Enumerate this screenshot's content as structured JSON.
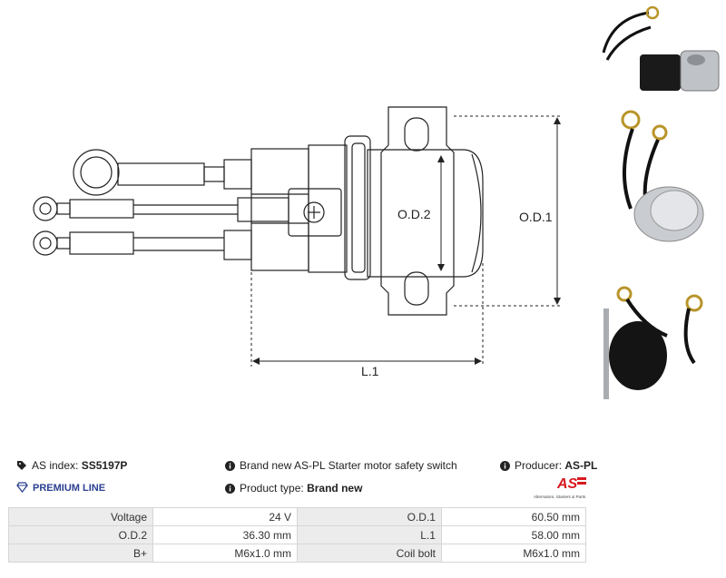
{
  "drawing": {
    "labels": {
      "od2": "O.D.2",
      "od1": "O.D.1",
      "l1": "L.1"
    }
  },
  "info": {
    "as_index_label": "AS index:",
    "as_index_value": "SS5197P",
    "premium_line": "PREMIUM LINE",
    "description": "Brand new AS-PL Starter motor safety switch",
    "product_type_label": "Product type:",
    "product_type_value": "Brand new",
    "producer_label": "Producer:",
    "producer_value": "AS-PL",
    "logo_text": "AS",
    "logo_tagline": "Alternators, Starters & Parts",
    "accent_color": "#2a3f8f",
    "logo_color": "#d71920"
  },
  "specs": [
    {
      "l1": "Voltage",
      "v1": "24 V",
      "l2": "O.D.1",
      "v2": "60.50 mm"
    },
    {
      "l1": "O.D.2",
      "v1": "36.30 mm",
      "l2": "L.1",
      "v2": "58.00 mm"
    },
    {
      "l1": "B+",
      "v1": "M6x1.0 mm",
      "l2": "Coil bolt",
      "v2": "M6x1.0 mm"
    }
  ]
}
